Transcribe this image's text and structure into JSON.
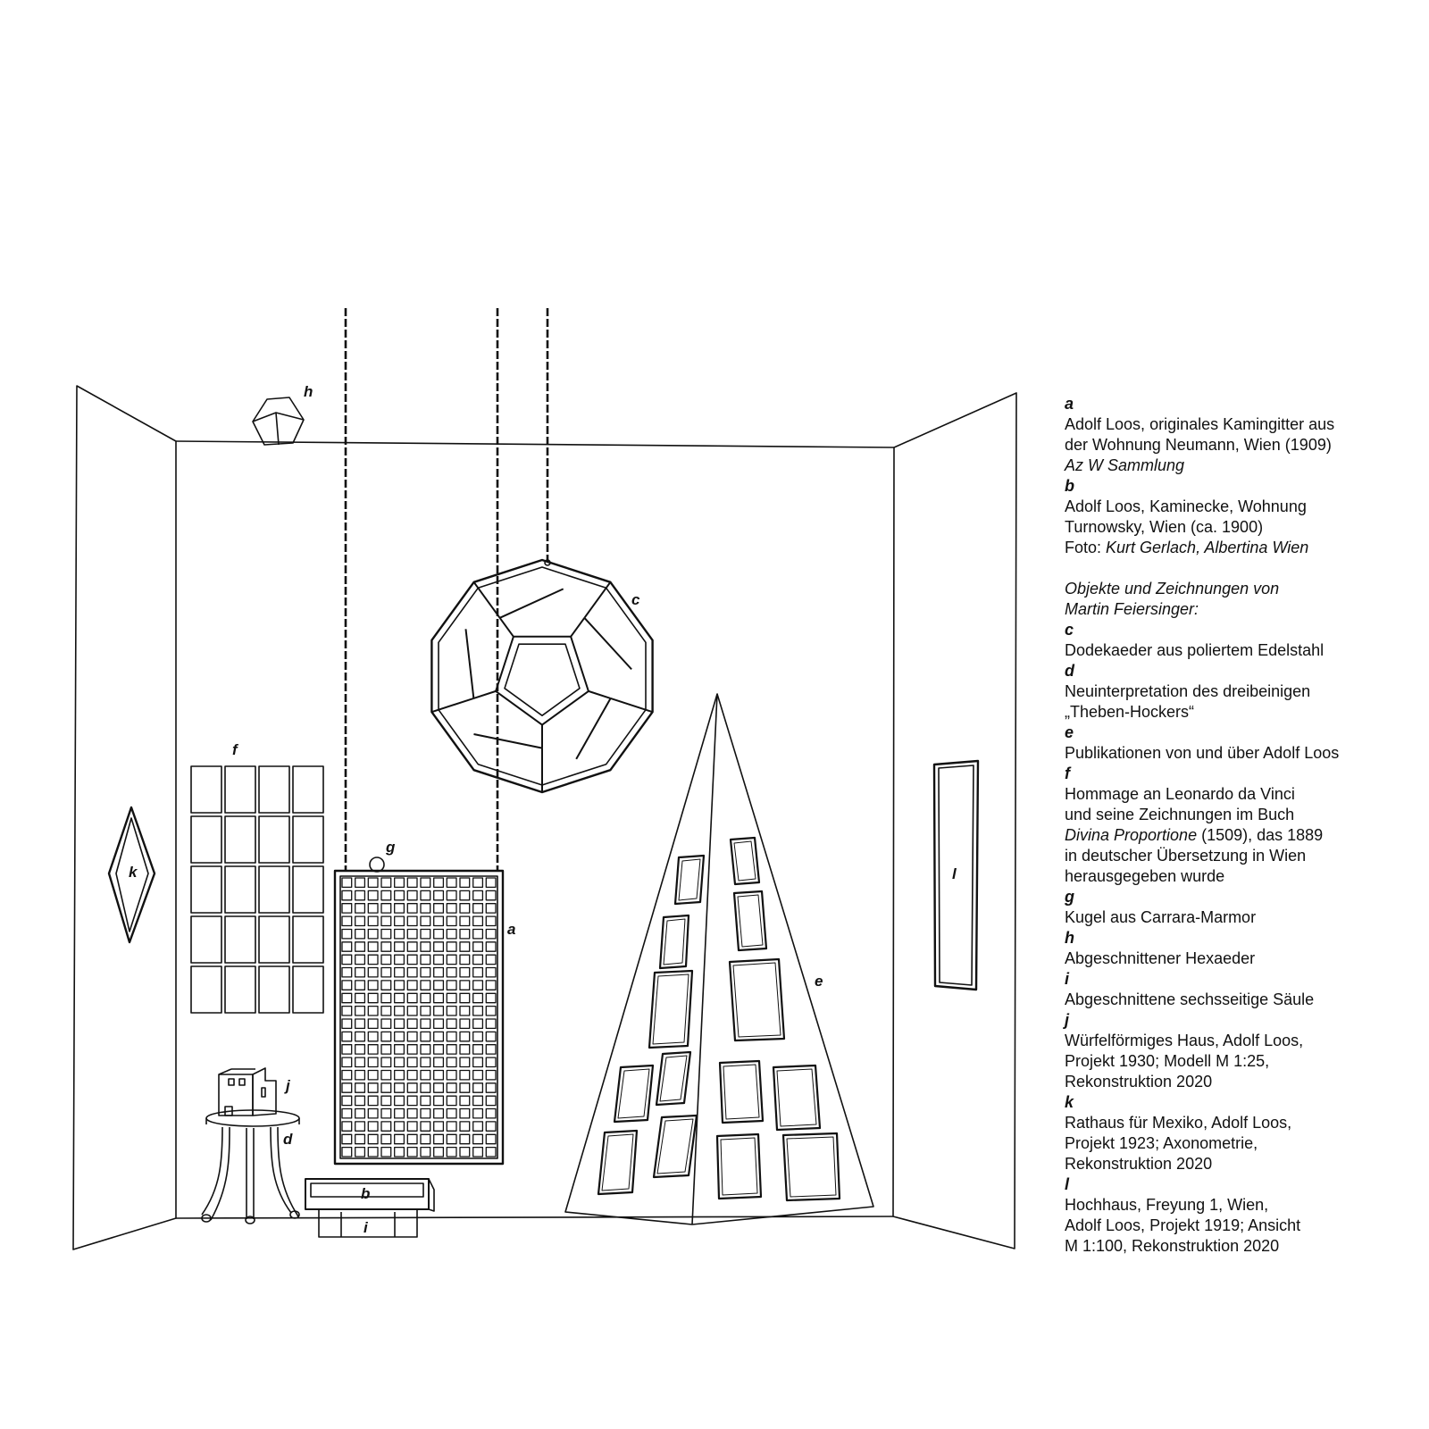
{
  "labels": {
    "a": "a",
    "b": "b",
    "c": "c",
    "d": "d",
    "e": "e",
    "f": "f",
    "g": "g",
    "h": "h",
    "i": "i",
    "j": "j",
    "k": "k",
    "l": "l"
  },
  "legend": {
    "a": {
      "key": "a",
      "lines": [
        "Adolf Loos, originales Kamingitter aus",
        "der Wohnung Neumann, Wien (1909)"
      ],
      "credit": "Az W Sammlung"
    },
    "b": {
      "key": "b",
      "lines": [
        "Adolf Loos, Kaminecke, Wohnung",
        "Turnowsky, Wien (ca. 1900)"
      ],
      "credit_prefix": "Foto: ",
      "credit": "Kurt Gerlach, Albertina Wien"
    },
    "objects_heading": [
      "Objekte und Zeichnungen von",
      "Martin Feiersinger:"
    ],
    "c": {
      "key": "c",
      "lines": [
        "Dodekaeder aus poliertem Edelstahl"
      ]
    },
    "d": {
      "key": "d",
      "lines": [
        "Neuinterpretation des dreibeinigen",
        "„Theben-Hockers“"
      ]
    },
    "e": {
      "key": "e",
      "lines": [
        "Publikationen von und über Adolf Loos"
      ]
    },
    "f": {
      "key": "f",
      "line1": "Hommage an Leonardo da Vinci",
      "line2": "und seine Zeichnungen im Buch",
      "book": "Divina Proportione",
      "line3_rest": " (1509), das 1889",
      "line4": "in deutscher Übersetzung in Wien",
      "line5": "herausgegeben wurde"
    },
    "g": {
      "key": "g",
      "lines": [
        "Kugel aus Carrara-Marmor"
      ]
    },
    "h": {
      "key": "h",
      "lines": [
        "Abgeschnittener Hexaeder"
      ]
    },
    "i": {
      "key": "i",
      "lines": [
        "Abgeschnittene sechsseitige Säule"
      ]
    },
    "j": {
      "key": "j",
      "lines": [
        "Würfelförmiges Haus, Adolf Loos,",
        "Projekt 1930; Modell M 1:25,",
        "Rekonstruktion 2020"
      ]
    },
    "k": {
      "key": "k",
      "lines": [
        "Rathaus für Mexiko, Adolf Loos,",
        "Projekt 1923; Axonometrie,",
        "Rekonstruktion 2020"
      ]
    },
    "l": {
      "key": "l",
      "lines": [
        "Hochhaus, Freyung 1, Wien,",
        "Adolf Loos, Projekt 1919; Ansicht",
        "M 1:100, Rekonstruktion 2020"
      ]
    }
  }
}
